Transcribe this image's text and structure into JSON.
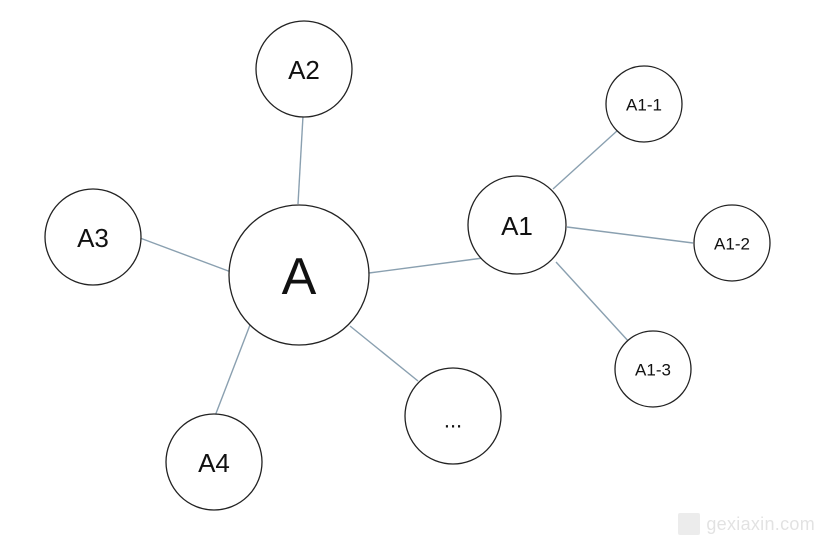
{
  "diagram": {
    "nodes": [
      {
        "id": "A",
        "label": "A"
      },
      {
        "id": "A1",
        "label": "A1"
      },
      {
        "id": "A2",
        "label": "A2"
      },
      {
        "id": "A3",
        "label": "A3"
      },
      {
        "id": "A4",
        "label": "A4"
      },
      {
        "id": "etc",
        "label": "..."
      },
      {
        "id": "A1-1",
        "label": "A1-1"
      },
      {
        "id": "A1-2",
        "label": "A1-2"
      },
      {
        "id": "A1-3",
        "label": "A1-3"
      }
    ],
    "edges": [
      [
        "A",
        "A1"
      ],
      [
        "A",
        "A2"
      ],
      [
        "A",
        "A3"
      ],
      [
        "A",
        "A4"
      ],
      [
        "A",
        "etc"
      ],
      [
        "A1",
        "A1-1"
      ],
      [
        "A1",
        "A1-2"
      ],
      [
        "A1",
        "A1-3"
      ]
    ]
  },
  "watermark": {
    "text": "gexiaxin.com"
  }
}
